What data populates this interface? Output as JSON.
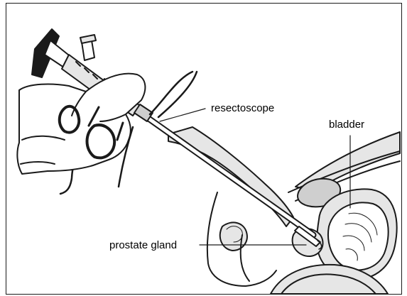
{
  "labels": {
    "resectoscope": "resectoscope",
    "bladder": "bladder",
    "prostate_gland": "prostate gland"
  },
  "colors": {
    "stroke": "#1a1a1a",
    "tissue": "#e6e6e6",
    "tissue_dark": "#cfcfcf",
    "background": "#ffffff"
  }
}
